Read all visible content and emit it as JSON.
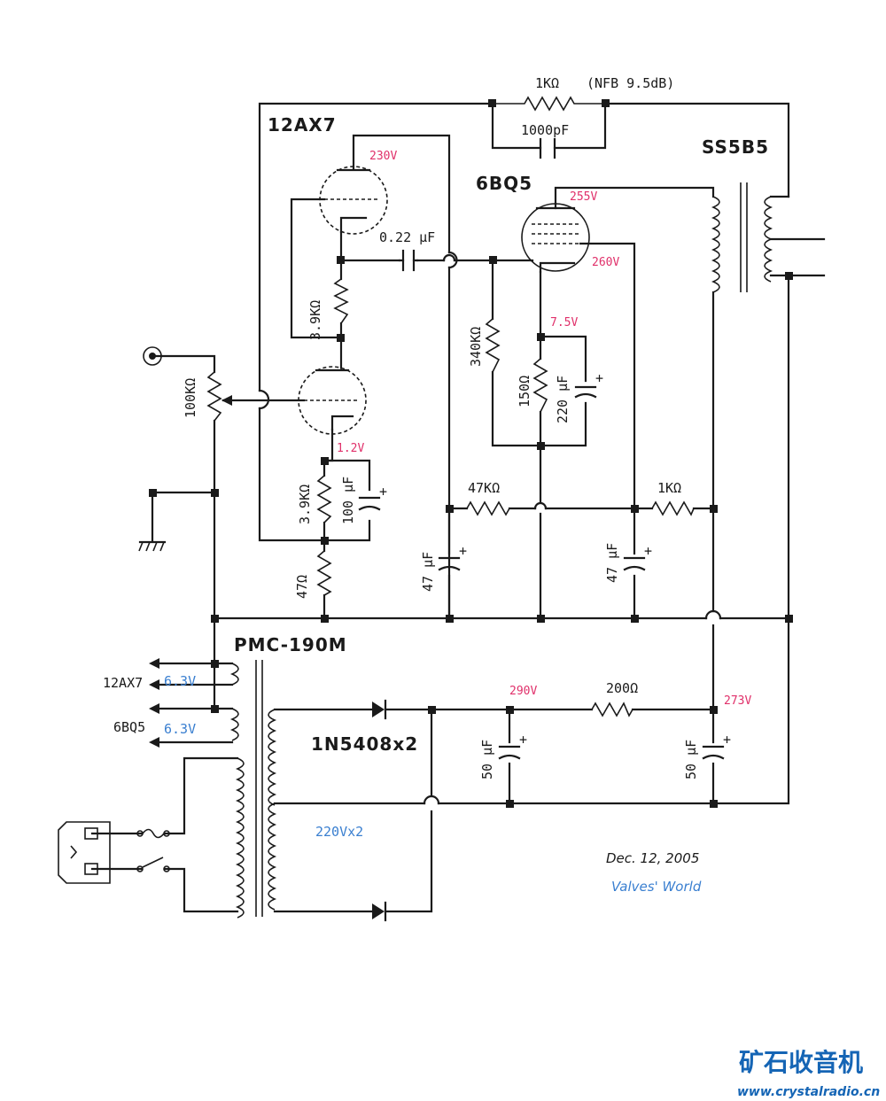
{
  "tubes": {
    "driver": "12AX7",
    "output": "6BQ5",
    "output_transformer": "SS5B5",
    "power_transformer": "PMC-190M",
    "rectifier": "1N5408x2"
  },
  "feedback": {
    "resistor": "1KΩ",
    "note": "(NFB 9.5dB)",
    "capacitor": "1000pF"
  },
  "components": {
    "coupling_cap": "0.22 μF",
    "r_plate1": "3.9KΩ",
    "r_grid": "340KΩ",
    "r_cathode_out": "150Ω",
    "c_cathode_out": "220 μF",
    "r_volume": "100KΩ",
    "r_cathode_in": "3.9KΩ",
    "c_cathode_in": "100 μF",
    "r_47": "47Ω",
    "r_47k": "47KΩ",
    "r_1k": "1KΩ",
    "c_47a": "47 μF",
    "c_47b": "47 μF",
    "r_200": "200Ω",
    "c_50a": "50 μF",
    "c_50b": "50 μF"
  },
  "voltages": {
    "v230": "230V",
    "v255": "255V",
    "v260": "260V",
    "v75": "7.5V",
    "v12": "1.2V",
    "v290": "290V",
    "v273": "273V"
  },
  "heaters": {
    "h1_label": "12AX7",
    "h1_volt": "6.3V",
    "h2_label": "6BQ5",
    "h2_volt": "6.3V",
    "secondary": "220Vx2"
  },
  "footer": {
    "date": "Dec. 12, 2005",
    "author": "Valves' World"
  },
  "watermark": {
    "title": "矿石收音机",
    "url": "www.crystalradio.cn"
  },
  "colors": {
    "voltage": "#e0306a",
    "heater": "#3a7fd0",
    "watermark": "#1565b5"
  }
}
